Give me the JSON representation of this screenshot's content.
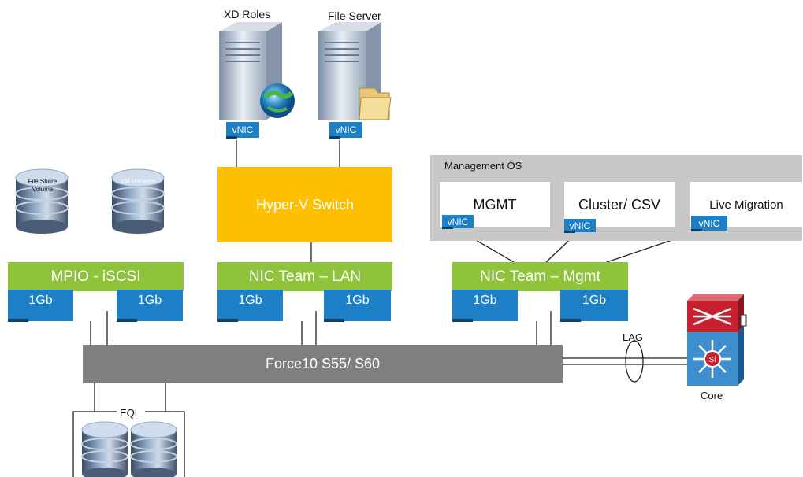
{
  "servers": {
    "xd_roles": "XD Roles",
    "file_server": "File Server"
  },
  "vnic_label": "vNIC",
  "hyperv_switch": "Hyper-V Switch",
  "storage": {
    "file_share_volume": "File Share Volume",
    "vm_volumes": "VM Volumes",
    "eql": "EQL"
  },
  "teams": {
    "mpio": "MPIO - iSCSI",
    "nic_lan": "NIC Team – LAN",
    "nic_mgmt": "NIC Team – Mgmt"
  },
  "port_label": "1Gb",
  "management_os": {
    "title": "Management OS",
    "mgmt": "MGMT",
    "cluster": "Cluster/ CSV",
    "live_migration": "Live Migration"
  },
  "switch_label": "Force10 S55/ S60",
  "lag_label": "LAG",
  "core_label": "Core",
  "colors": {
    "port_blue": "#1d7fc5",
    "team_green": "#8fc33a",
    "hyperv_yellow": "#fdbf00",
    "switch_gray": "#7f7f7f",
    "mgmt_os_gray": "#c8c8c8",
    "core_red": "#c8202f"
  }
}
